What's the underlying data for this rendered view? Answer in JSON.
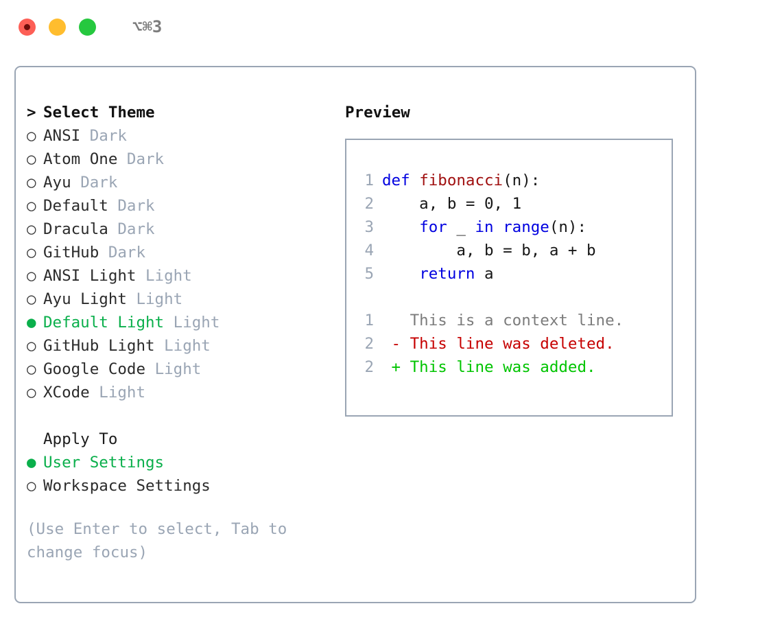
{
  "titlebar": {
    "shortcut": "⌥⌘3",
    "lights": [
      "close-light",
      "minimize-light",
      "maximize-light"
    ]
  },
  "theme_panel": {
    "header": {
      "caret": ">",
      "label": "Select Theme"
    },
    "markers": {
      "selected": "●",
      "unselected": "○"
    },
    "items": [
      {
        "marker": "○",
        "name": "ANSI",
        "variant": "Dark",
        "selected": false
      },
      {
        "marker": "○",
        "name": "Atom One",
        "variant": "Dark",
        "selected": false
      },
      {
        "marker": "○",
        "name": "Ayu",
        "variant": "Dark",
        "selected": false
      },
      {
        "marker": "○",
        "name": "Default",
        "variant": "Dark",
        "selected": false
      },
      {
        "marker": "○",
        "name": "Dracula",
        "variant": "Dark",
        "selected": false
      },
      {
        "marker": "○",
        "name": "GitHub",
        "variant": "Dark",
        "selected": false
      },
      {
        "marker": "○",
        "name": "ANSI Light",
        "variant": "Light",
        "selected": false
      },
      {
        "marker": "○",
        "name": "Ayu Light",
        "variant": "Light",
        "selected": false
      },
      {
        "marker": "●",
        "name": "Default Light",
        "variant": "Light",
        "selected": true
      },
      {
        "marker": "○",
        "name": "GitHub Light",
        "variant": "Light",
        "selected": false
      },
      {
        "marker": "○",
        "name": "Google Code",
        "variant": "Light",
        "selected": false
      },
      {
        "marker": "○",
        "name": "XCode",
        "variant": "Light",
        "selected": false
      }
    ],
    "apply_to": {
      "label": "Apply To",
      "options": [
        {
          "marker": "●",
          "name": "User Settings",
          "selected": true
        },
        {
          "marker": "○",
          "name": "Workspace Settings",
          "selected": false
        }
      ]
    },
    "hint": "(Use Enter to select, Tab to change focus)"
  },
  "preview": {
    "title": "Preview",
    "code_lines": [
      {
        "no": "1",
        "tokens": [
          {
            "t": "def ",
            "c": "kw"
          },
          {
            "t": "fibonacci",
            "c": "fn"
          },
          {
            "t": "(n):",
            "c": "plain"
          }
        ]
      },
      {
        "no": "2",
        "tokens": [
          {
            "t": "    a, b = 0, 1",
            "c": "plain"
          }
        ]
      },
      {
        "no": "3",
        "tokens": [
          {
            "t": "    ",
            "c": "plain"
          },
          {
            "t": "for",
            "c": "kw"
          },
          {
            "t": " _ ",
            "c": "plain"
          },
          {
            "t": "in",
            "c": "kw"
          },
          {
            "t": " ",
            "c": "plain"
          },
          {
            "t": "range",
            "c": "kw"
          },
          {
            "t": "(n):",
            "c": "plain"
          }
        ]
      },
      {
        "no": "4",
        "tokens": [
          {
            "t": "        a, b = b, a + b",
            "c": "plain"
          }
        ]
      },
      {
        "no": "5",
        "tokens": [
          {
            "t": "    ",
            "c": "plain"
          },
          {
            "t": "return",
            "c": "kw"
          },
          {
            "t": " a",
            "c": "plain"
          }
        ]
      }
    ],
    "diff_lines": [
      {
        "no": "1",
        "tokens": [
          {
            "t": "   This is a context line.",
            "c": "ctx"
          }
        ]
      },
      {
        "no": "2",
        "tokens": [
          {
            "t": " - This line was deleted.",
            "c": "del"
          }
        ]
      },
      {
        "no": "2",
        "tokens": [
          {
            "t": " + This line was added.",
            "c": "add"
          }
        ]
      }
    ]
  },
  "colors": {
    "selection_green": "#0aaf4b",
    "muted": "#9aa5b4",
    "keyword_blue": "#0000e0",
    "function_red": "#a01010",
    "diff_deleted": "#c60000",
    "diff_added": "#00c400",
    "border": "#9aa5b4"
  }
}
